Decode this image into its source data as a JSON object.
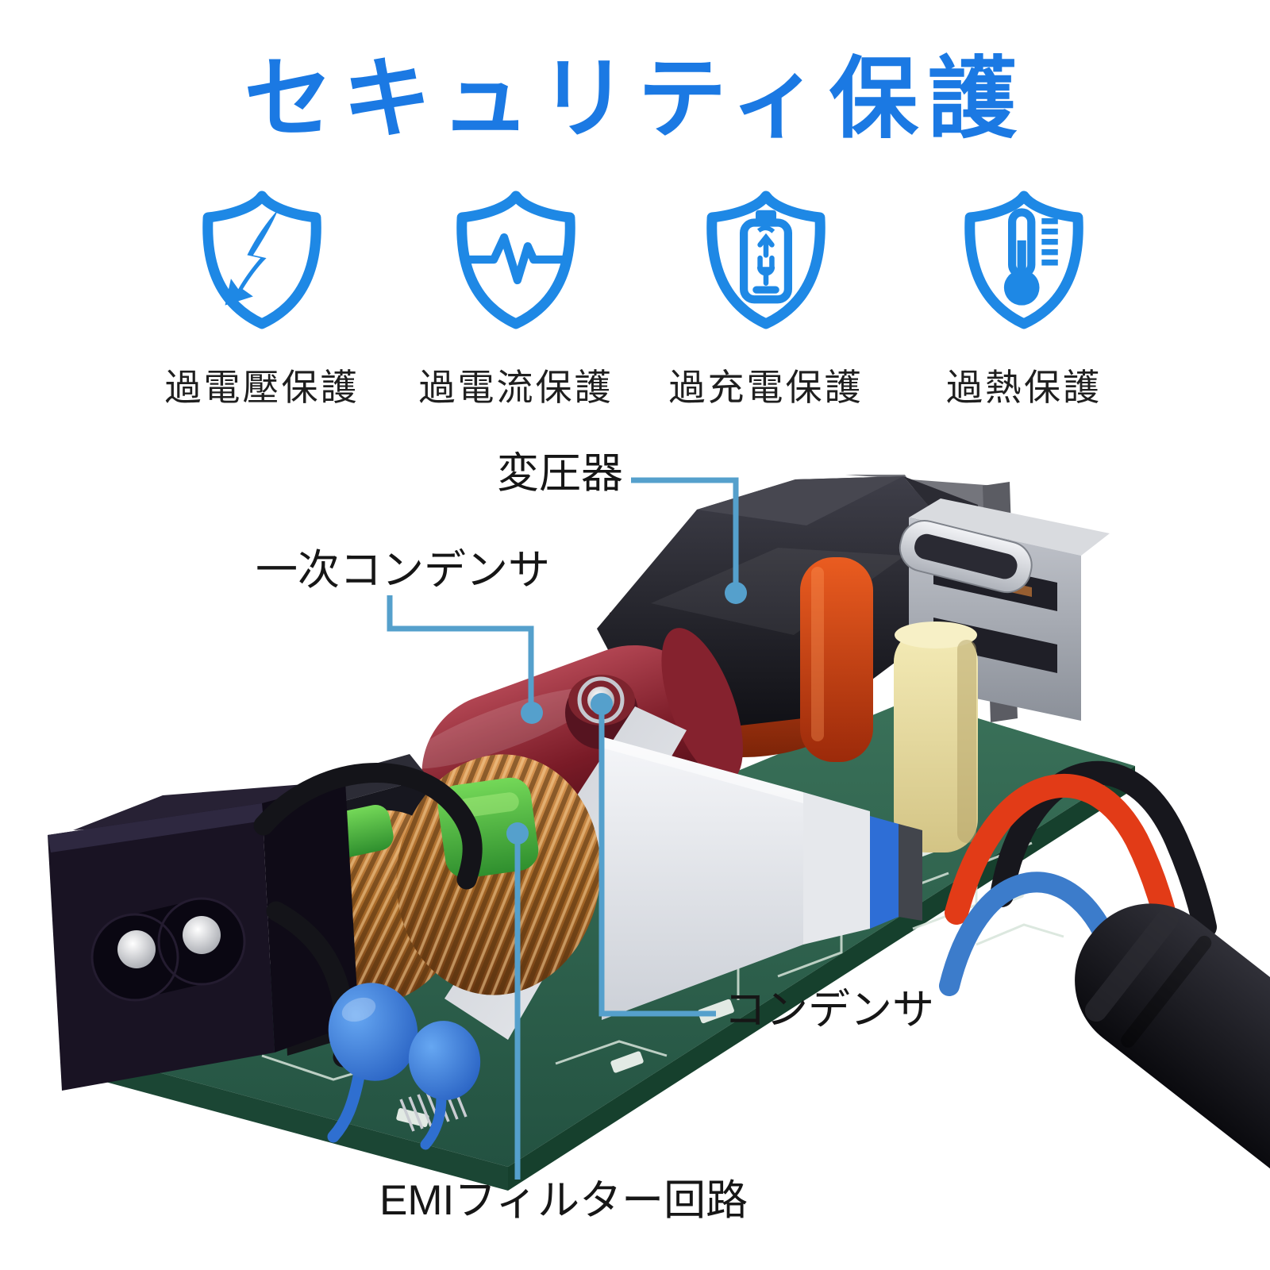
{
  "title": {
    "text": "セキュリティ保護",
    "color": "#1b79e3"
  },
  "protections": {
    "icon_color": "#1e88e5",
    "items": [
      {
        "label": "過電壓保護",
        "icon": "shield-lightning-icon"
      },
      {
        "label": "過電流保護",
        "icon": "shield-pulse-icon"
      },
      {
        "label": "過充電保護",
        "icon": "shield-battery-icon"
      },
      {
        "label": "過熱保護",
        "icon": "shield-thermometer-icon"
      }
    ]
  },
  "diagram": {
    "line_color": "#55a0cc",
    "label_color": "#161616",
    "callouts": [
      {
        "label": "変圧器"
      },
      {
        "label": "一次コンデンサ"
      },
      {
        "label": "コンデンサ"
      },
      {
        "label": "EMIフィルター回路"
      }
    ]
  }
}
